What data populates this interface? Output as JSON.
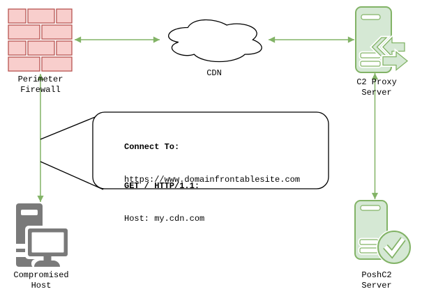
{
  "diagram": {
    "type": "network-flow-diagram",
    "background_color": "#FFFFFF",
    "colors": {
      "arrow_green": "#82B366",
      "node_green_fill": "#D5E8D4",
      "node_green_stroke": "#82B366",
      "firewall_fill": "#F8CECC",
      "firewall_stroke": "#B85450",
      "host_gray": "#7A7A7A",
      "outline_black": "#000000"
    },
    "nodes": {
      "firewall": {
        "label": "Perimeter\nFirewall",
        "icon": "brick-wall-icon"
      },
      "cdn": {
        "label": "CDN",
        "icon": "cloud-icon"
      },
      "c2_proxy": {
        "label": "C2 Proxy\nServer",
        "icon": "proxy-server-icon"
      },
      "compromised_host": {
        "label": "Compromised\nHost",
        "icon": "desktop-pc-icon"
      },
      "poshc2": {
        "label": "PoshC2\nServer",
        "icon": "server-checkmark-icon"
      }
    },
    "connections": [
      {
        "from": "compromised_host",
        "to": "firewall",
        "style": "bidirectional-arrow"
      },
      {
        "from": "firewall",
        "to": "cdn",
        "style": "bidirectional-arrow"
      },
      {
        "from": "cdn",
        "to": "c2_proxy",
        "style": "bidirectional-arrow"
      },
      {
        "from": "c2_proxy",
        "to": "poshc2",
        "style": "bidirectional-arrow"
      }
    ],
    "callout": {
      "line1": "Connect To:",
      "line2": "https://www.domainfrontablesite.com",
      "line3": "GET / HTTP/1.1:",
      "line4": "Host: my.cdn.com"
    }
  }
}
